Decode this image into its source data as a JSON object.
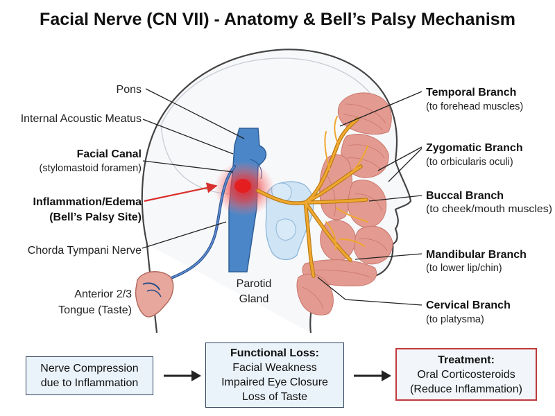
{
  "title": "Facial Nerve (CN VII) - Anatomy & Bell’s Palsy Mechanism",
  "left_labels": {
    "pons": "Pons",
    "internal_acoustic_meatus": "Internal Acoustic Meatus",
    "facial_canal": "Facial Canal",
    "facial_canal_sub": "(stylomastoid foramen)",
    "inflammation_line1": "Inflammation/Edema",
    "inflammation_line2": "(Bell’s Palsy Site)",
    "chorda_tympani": "Chorda Tympani Nerve",
    "tongue_line1": "Anterior 2/3",
    "tongue_line2": "Tongue (Taste)"
  },
  "parotid": {
    "line1": "Parotid",
    "line2": "Gland"
  },
  "branches": [
    {
      "name": "Temporal Branch",
      "sub": "(to forehead muscles)"
    },
    {
      "name": "Zygomatic Branch",
      "sub": "(to orbicularis oculi)"
    },
    {
      "name": "Buccal Branch",
      "sub": "(to cheek/mouth muscles)"
    },
    {
      "name": "Mandibular Branch",
      "sub": "(to lower lip/chin)"
    },
    {
      "name": "Cervical Branch",
      "sub": "(to platysma)"
    }
  ],
  "flow": {
    "compression": [
      "Nerve Compression",
      "due to Inflammation"
    ],
    "loss_header": "Functional Loss:",
    "loss_items": [
      "Facial Weakness",
      "Impaired Eye Closure",
      "Loss of Taste"
    ],
    "treatment_header": "Treatment:",
    "treatment_items": [
      "Oral Corticosteroids",
      "(Reduce Inflammation)"
    ]
  },
  "colors": {
    "nerve": "#f0a830",
    "nerve_outline": "#b97a10",
    "brainstem": "#4a86c8",
    "chorda": "#3a66a8",
    "muscle": "#e39a90",
    "inflammation": "#e53030",
    "parotid": "#cfe4f5",
    "head_outline": "#444444",
    "treatment_border": "#c0393b"
  }
}
